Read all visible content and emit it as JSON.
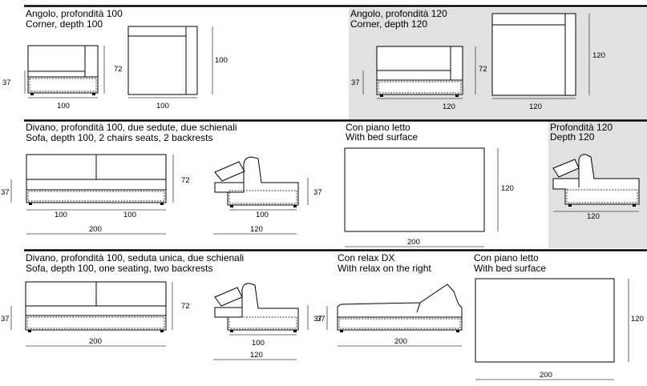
{
  "colors": {
    "shade": "#e1e1e1",
    "rule": "#000000",
    "line": "#000000"
  },
  "panels": {
    "corner100": {
      "title_it": "Angolo, profondità 100",
      "title_en": "Corner, depth 100",
      "dims": {
        "h_side": "37",
        "h_front": "72",
        "w_front": "100",
        "w_plan": "100",
        "d_plan": "100"
      }
    },
    "corner120": {
      "title_it": "Angolo, profondità 120",
      "title_en": "Corner, depth 120",
      "dims": {
        "h_side": "37",
        "h_front": "72",
        "w_front": "120",
        "w_plan": "120",
        "d_plan": "120"
      }
    },
    "sofa2": {
      "title_it": "Divano, profondità 100, due sedute, due schienali",
      "title_en": "Sofa, depth 100, 2 chairs seats, 2 backrests",
      "dims": {
        "h_seat": "37",
        "h_back": "72",
        "seat_a": "100",
        "seat_b": "100",
        "total": "200",
        "side_h": "37",
        "side_a": "100",
        "side_b": "120"
      }
    },
    "bed1": {
      "title_it": "Con piano letto",
      "title_en": "With bed surface",
      "dims": {
        "depth": "120",
        "width": "200"
      }
    },
    "depth120": {
      "title_it": "Profondità 120",
      "title_en": "Depth 120",
      "dims": {
        "depth": "120"
      }
    },
    "sofa1": {
      "title_it": "Divano, profondità 100, seduta unica, due schienali",
      "title_en": "Sofa, depth 100, one seating, two backrests",
      "dims": {
        "h_seat": "37",
        "h_back": "72",
        "total": "200",
        "side_h": "37",
        "side_a": "100",
        "side_b": "120"
      }
    },
    "relax": {
      "title_it": "Con relax DX",
      "title_en": "With relax on the right",
      "dims": {
        "h": "37",
        "width": "200"
      }
    },
    "bed2": {
      "title_it": "Con piano letto",
      "title_en": "With bed surface",
      "dims": {
        "depth": "120",
        "width": "200"
      }
    }
  }
}
